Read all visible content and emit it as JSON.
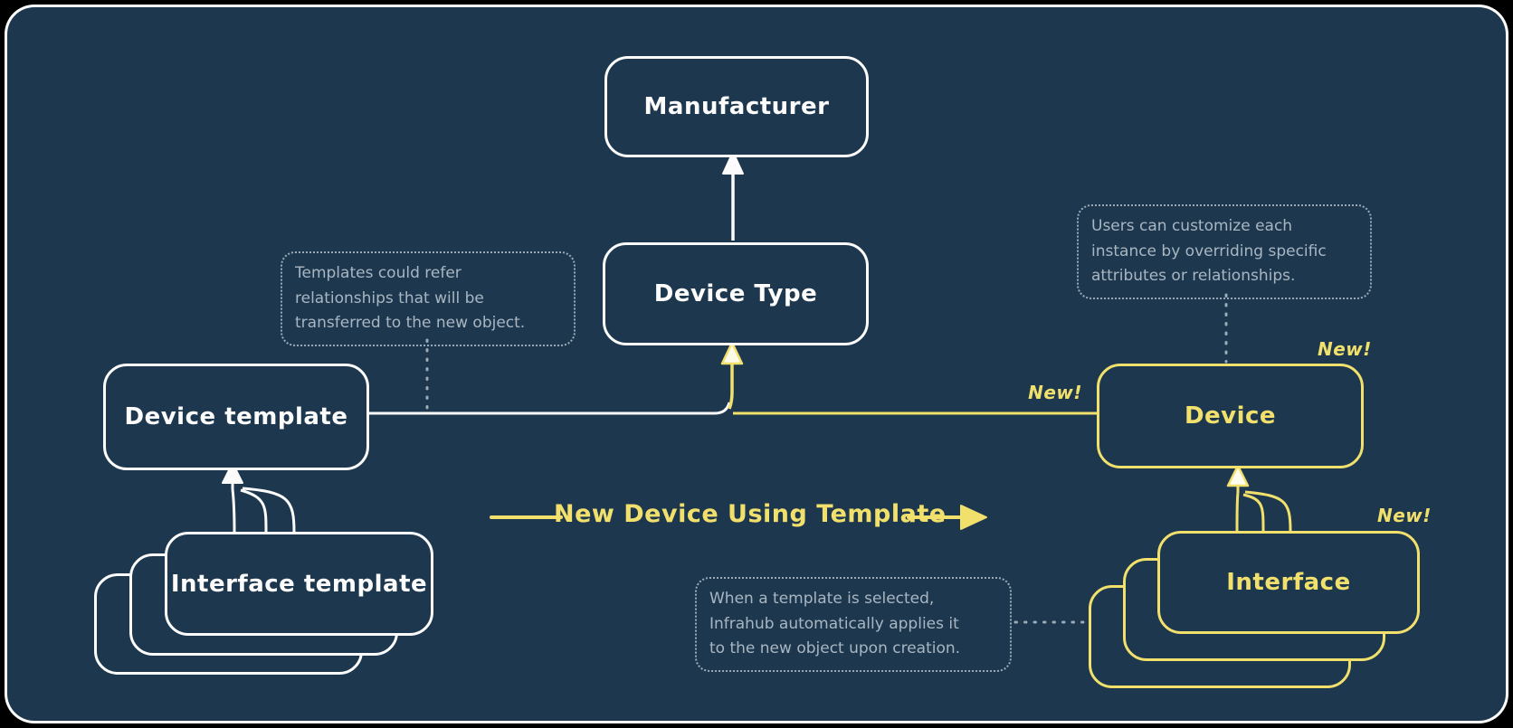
{
  "colors": {
    "background": "#1d384e",
    "frame": "#000000",
    "stroke_white": "#fcfcfc",
    "accent_yellow": "#f2e06c",
    "note_text": "#a9b6c2"
  },
  "nodes": {
    "manufacturer": {
      "label": "Manufacturer"
    },
    "device_type": {
      "label": "Device Type"
    },
    "device_template": {
      "label": "Device template"
    },
    "interface_template": {
      "label": "Interface template"
    },
    "device": {
      "label": "Device",
      "badge": "New!"
    },
    "interface": {
      "label": "Interface",
      "badge": "New!"
    }
  },
  "edges": {
    "flow_label": "New Device Using Template",
    "device_line_badge": "New!"
  },
  "notes": {
    "templates": {
      "lines": [
        "Templates could refer",
        "relationships that will be",
        "transferred to the new object."
      ]
    },
    "customize": {
      "lines": [
        "Users can customize each",
        "instance by overriding specific",
        "attributes or relationships."
      ]
    },
    "apply": {
      "lines": [
        "When a template is selected,",
        "Infrahub automatically applies it",
        "to the new object upon creation."
      ]
    }
  }
}
